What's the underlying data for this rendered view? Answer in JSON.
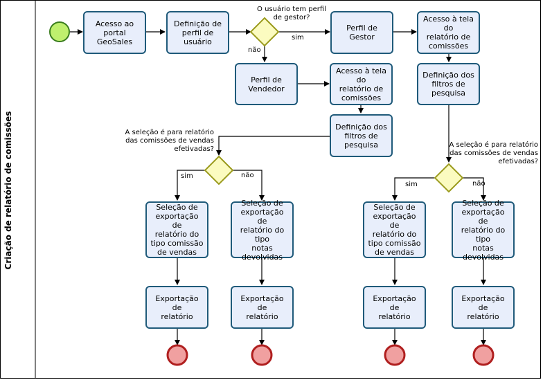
{
  "pool": {
    "title": "Criação de relatório de comissões"
  },
  "tasks": {
    "acesso_portal": "Acesso ao portal\nGeoSales",
    "definicao_perfil": "Definição de\nperfil de usuário",
    "perfil_vendedor": "Perfil de\nVendedor",
    "perfil_gestor": "Perfil de Gestor",
    "acesso_tela_vendedor": "Acesso à tela do\nrelatório de\ncomissões",
    "definicao_filtros_vendedor": "Definição dos\nfiltros de\npesquisa",
    "acesso_tela_gestor": "Acesso à tela do\nrelatório de\ncomissões",
    "definicao_filtros_gestor": "Definição dos\nfiltros de\npesquisa",
    "selecao_comissao_l": "Seleção de\nexportação de\nrelatório do\ntipo comissão\nde vendas",
    "selecao_notas_l": "Seleção de\nexportação de\nrelatório do tipo\nnotas devolvidas",
    "selecao_comissao_r": "Seleção de\nexportação de\nrelatório do\ntipo comissão\nde vendas",
    "selecao_notas_r": "Seleção de\nexportação de\nrelatório do tipo\nnotas devolvidas",
    "export_1": "Exportação de\nrelatório",
    "export_2": "Exportação de\nrelatório",
    "export_3": "Exportação de\nrelatório",
    "export_4": "Exportação de\nrelatório"
  },
  "gateways": {
    "perfil_question": "O usuário tem perfil\nde gestor?",
    "selecao_question_l": "A seleção é para relatório\ndas comissões de vendas\nefetivadas?",
    "selecao_question_r": "A seleção é para relatório\ndas comissões de vendas\nefetivadas?"
  },
  "flow_labels": {
    "sim": "sim",
    "nao": "não"
  },
  "colors": {
    "task_fill": "#e8eefb",
    "task_border": "#1f5a7a",
    "start_fill": "#bff06e",
    "start_border": "#3a7d1e",
    "end_fill": "#f0a0a0",
    "end_border": "#b01f1f",
    "gateway_fill": "#fbfbc0",
    "gateway_border": "#9b9b1e"
  }
}
